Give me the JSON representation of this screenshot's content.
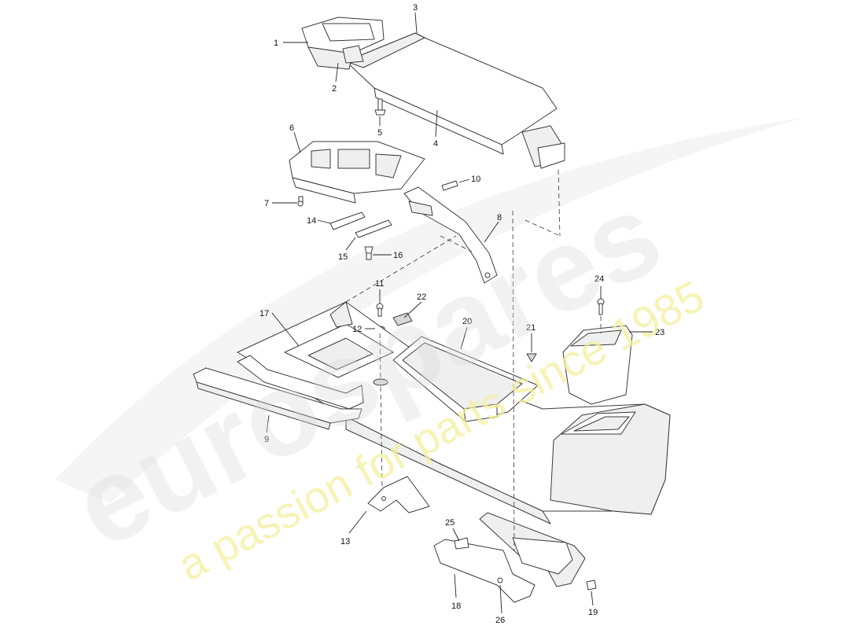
{
  "watermark": {
    "logo": "eurospares",
    "tagline": "a passion for parts since 1985",
    "logo_color": "#d9d9d9",
    "tagline_color": "#f3ef9e"
  },
  "callouts": [
    "1",
    "2",
    "3",
    "4",
    "5",
    "6",
    "7",
    "8",
    "9",
    "10",
    "11",
    "12",
    "13",
    "14",
    "15",
    "16",
    "17",
    "18",
    "19",
    "20",
    "21",
    "22",
    "23",
    "24",
    "25",
    "26"
  ]
}
